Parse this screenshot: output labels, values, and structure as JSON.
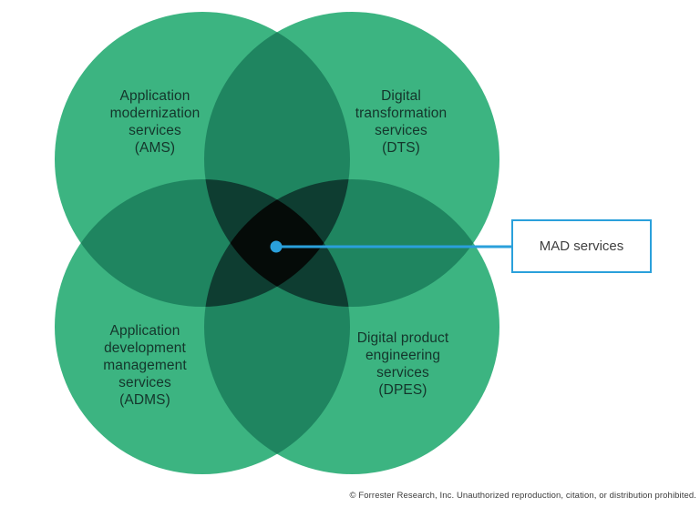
{
  "diagram": {
    "circles": {
      "ams": {
        "label": "Application\nmodernization\nservices\n(AMS)"
      },
      "dts": {
        "label": "Digital\ntransformation\nservices\n(DTS)"
      },
      "adms": {
        "label": "Application\ndevelopment\nmanagement\nservices\n(ADMS)"
      },
      "dpes": {
        "label": "Digital product\nengineering\nservices\n(DPES)"
      }
    },
    "callout": {
      "label": "MAD services"
    },
    "colors": {
      "single": "#3CB481",
      "double": "#1F8560",
      "triple": "#0E3D31",
      "quad": "#050B08",
      "accent": "#2AA0DB"
    }
  },
  "footer": {
    "copyright": "© Forrester Research, Inc. Unauthorized reproduction, citation, or distribution prohibited."
  },
  "chart_data": {
    "type": "venn",
    "title": "",
    "sets": [
      {
        "id": "AMS",
        "label": "Application modernization services (AMS)",
        "position": "top-left"
      },
      {
        "id": "DTS",
        "label": "Digital transformation services (DTS)",
        "position": "top-right"
      },
      {
        "id": "ADMS",
        "label": "Application development management services (ADMS)",
        "position": "bottom-left"
      },
      {
        "id": "DPES",
        "label": "Digital product engineering services (DPES)",
        "position": "bottom-right"
      }
    ],
    "intersection_of_all": "MAD services",
    "legend_position": "right-callout"
  }
}
